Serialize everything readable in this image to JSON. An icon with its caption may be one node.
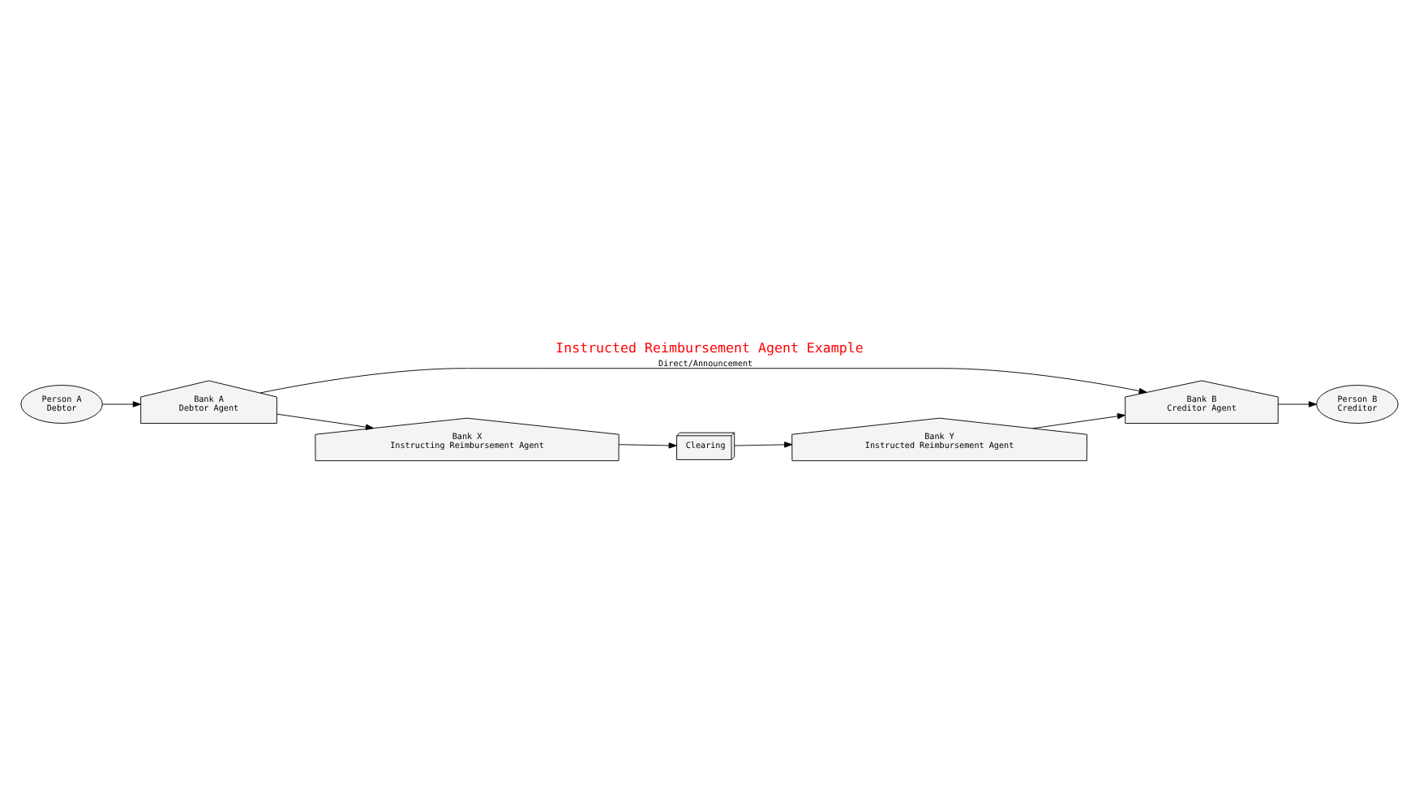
{
  "diagram": {
    "title": "Instructed Reimbursement Agent Example",
    "nodes": [
      {
        "text": [
          "Person A",
          "Debtor"
        ]
      },
      {
        "text": [
          "Bank A",
          "Debtor Agent"
        ]
      },
      {
        "text": [
          "Bank B",
          "Creditor Agent"
        ]
      },
      {
        "text": [
          "Person B",
          "Creditor"
        ]
      },
      {
        "text": [
          "Bank X",
          "Instructing Reimbursement Agent"
        ]
      },
      {
        "text": [
          "Clearing"
        ]
      },
      {
        "text": [
          "Bank Y",
          "Instructed Reimbursement Agent"
        ]
      }
    ],
    "edges": [
      {
        "from": 0,
        "to": 1,
        "arrow": "to"
      },
      {
        "from": 1,
        "to": 2,
        "arrow": "to",
        "label": "Direct/Announcement"
      },
      {
        "from": 2,
        "to": 3,
        "arrow": "to"
      },
      {
        "from": 1,
        "to": 4,
        "arrow": "to"
      },
      {
        "from": 4,
        "to": 5,
        "arrow": "to"
      },
      {
        "from": 5,
        "to": 6,
        "arrow": "to"
      },
      {
        "from": 6,
        "to": 2,
        "arrow": "to"
      }
    ]
  }
}
